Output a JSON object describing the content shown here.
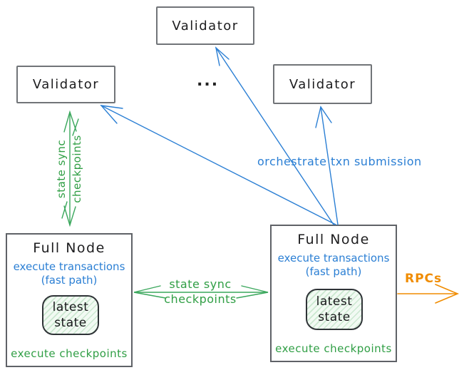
{
  "colors": {
    "blue": "#2b7fd4",
    "green": "#2f9e44",
    "green_stroke": "#3aa75c",
    "orange": "#f08c00",
    "ink": "#1d1d1f",
    "box_border": "#717478",
    "state_box_fill": "#f2faf3"
  },
  "validators": {
    "top": {
      "label": "Validator"
    },
    "left": {
      "label": "Validator"
    },
    "right": {
      "label": "Validator"
    },
    "ellipsis": "..."
  },
  "full_node_left": {
    "title": "Full Node",
    "exec_line1": "execute transactions",
    "exec_line2": "(fast path)",
    "state_line1": "latest",
    "state_line2": "state",
    "footer": "execute checkpoints"
  },
  "full_node_right": {
    "title": "Full Node",
    "exec_line1": "execute transactions",
    "exec_line2": "(fast path)",
    "state_line1": "latest",
    "state_line2": "state",
    "footer": "execute checkpoints"
  },
  "labels": {
    "vertical_sync_line1": "state sync",
    "vertical_sync_line2": "checkpoints",
    "horizontal_sync_line1": "state sync",
    "horizontal_sync_line2": "checkpoints",
    "orchestrate": "orchestrate txn submission",
    "rpcs": "RPCs"
  }
}
